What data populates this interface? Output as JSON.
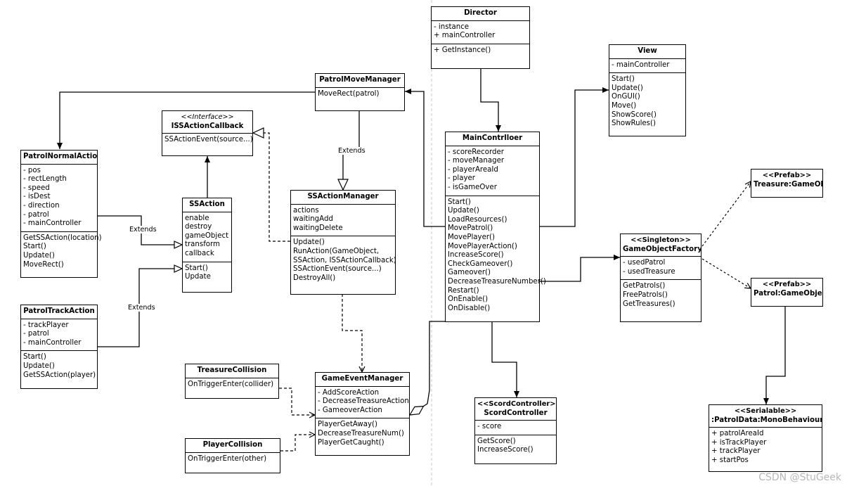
{
  "classes": {
    "director": {
      "name": "Director",
      "attributes": [
        "- instance",
        "+ mainController"
      ],
      "methods": [
        "+ GetInstance()"
      ]
    },
    "view": {
      "name": "View",
      "attributes": [
        "- mainController"
      ],
      "methods": [
        "Start()",
        "Update()",
        "OnGUI()",
        "Move()",
        "ShowScore()",
        "ShowRules()"
      ]
    },
    "patrol_move_manager": {
      "name": "PatrolMoveManager",
      "methods": [
        "MoveRect(patrol)"
      ]
    },
    "iss_callback": {
      "stereotype": "<<Interface>>",
      "name": "ISSActionCallback",
      "methods": [
        "SSActionEvent(source...)"
      ]
    },
    "patrol_normal_action": {
      "name": "PatrolNormalAction",
      "attributes": [
        "- pos",
        "- rectLength",
        "- speed",
        "- isDest",
        "- direction",
        "- patrol",
        "- mainController"
      ],
      "methods": [
        "GetSSAction(location)",
        "Start()",
        "Update()",
        "MoveRect()"
      ]
    },
    "ss_action": {
      "name": "SSAction",
      "attributes": [
        "enable",
        "destroy",
        "gameObject",
        "transform",
        "callback"
      ],
      "methods": [
        "Start()",
        "Update"
      ]
    },
    "ss_action_manager": {
      "name": "SSActionManager",
      "attributes": [
        "actions",
        "waitingAdd",
        "waitingDelete"
      ],
      "methods": [
        "Update()",
        "RunAction(GameObject,",
        "SSAction, ISSActionCallback)",
        "SSActionEvent(source...)",
        "DestroyAll()"
      ]
    },
    "main_controller": {
      "name": "MainContrlloer",
      "attributes": [
        "- scoreRecorder",
        "- moveManager",
        "- playerAreaId",
        "- player",
        "- isGameOver"
      ],
      "methods": [
        "Start()",
        "Update()",
        "LoadResources()",
        "MovePatrol()",
        "MovePlayer()",
        "MovePlayerAction()",
        "IncreaseScore()",
        "CheckGameover()",
        "Gameover()",
        "DecreaseTreasureNumber()",
        "Restart()",
        "OnEnable()",
        "OnDisable()"
      ]
    },
    "patrol_track_action": {
      "name": "PatrolTrackAction",
      "attributes": [
        "- trackPlayer",
        "- patrol",
        "- mainController"
      ],
      "methods": [
        "Start()",
        "Update()",
        "GetSSAction(player)"
      ]
    },
    "treasure_collision": {
      "name": "TreasureCollision",
      "methods": [
        "OnTriggerEnter(collider)"
      ]
    },
    "player_collision": {
      "name": "PlayerCollision",
      "methods": [
        "OnTriggerEnter(other)"
      ]
    },
    "game_event_manager": {
      "name": "GameEventManager",
      "attributes": [
        "- AddScoreAction",
        "- DecreaseTreasureAction",
        "- GameoverAction"
      ],
      "methods": [
        "PlayerGetAway()",
        "DecreaseTreasureNum()",
        "PlayerGetCaught()"
      ]
    },
    "score_controller": {
      "stereotype": "<<ScordController>>",
      "name": "ScordController",
      "attributes": [
        "- score"
      ],
      "methods": [
        "GetScore()",
        "IncreaseScore()"
      ]
    },
    "factory": {
      "stereotype": "<<Singleton>>",
      "name": "GameObjectFactory",
      "attributes": [
        "- usedPatrol",
        "- usedTreasure"
      ],
      "methods": [
        "GetPatrols()",
        "FreePatrols()",
        "GetTreasures()"
      ]
    },
    "treasure_prefab": {
      "stereotype": "<<Prefab>>",
      "name": "Treasure:GameObject"
    },
    "patrol_prefab": {
      "stereotype": "<<Prefab>>",
      "name": "Patrol:GameObject"
    },
    "patrol_data": {
      "stereotype": "<<Serialable>>",
      "name": ":PatrolData:MonoBehaviour",
      "attributes": [
        "+ patrolAreaId",
        "+ isTrackPlayer",
        "+ trackPlayer",
        "+ startPos"
      ]
    }
  },
  "edge_labels": {
    "extends_ssam": "Extends",
    "extends_normal": "Extends",
    "extends_track": "Extends"
  },
  "watermark": "CSDN @StuGeek",
  "colors": {
    "line": "#000000",
    "background": "#ffffff",
    "divider": "#c8c8c8",
    "watermark": "#b8b8b8"
  }
}
